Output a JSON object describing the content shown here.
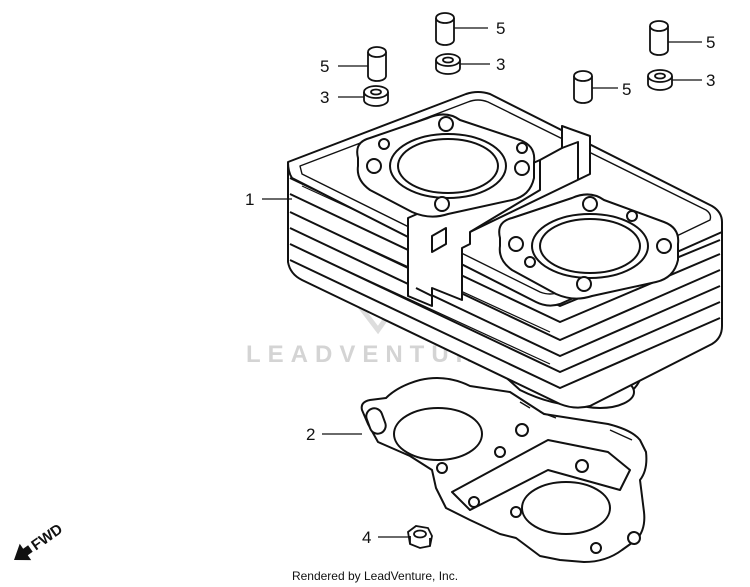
{
  "callouts": {
    "cylinder": "1",
    "gasket": "2",
    "dowel_washer_a": "3",
    "dowel_washer_b": "3",
    "dowel_washer_c": "3",
    "nut": "4",
    "dowel_a": "5",
    "dowel_b": "5",
    "dowel_c": "5",
    "dowel_d": "5"
  },
  "fwd_label": "FWD",
  "watermark": "LEADVENTURE",
  "footer": "Rendered by LeadVenture, Inc."
}
